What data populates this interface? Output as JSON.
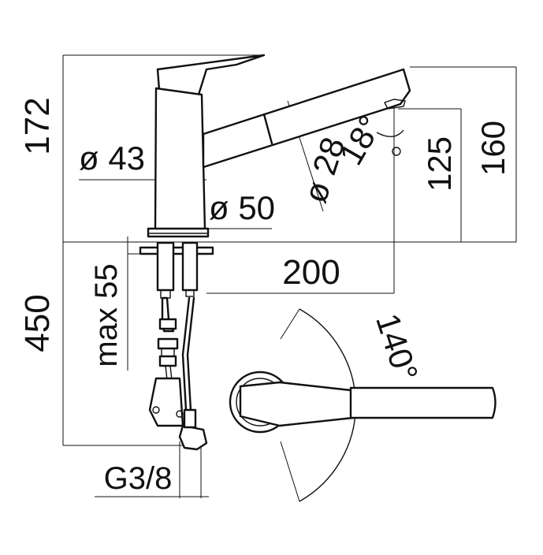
{
  "dimensions": {
    "height_total": "172",
    "diameter_body": "ø 43",
    "diameter_base": "ø 50",
    "spout_angle": "18°",
    "diameter_spout": "ø 28",
    "spout_outlet_height": "125",
    "spout_top_height": "160",
    "spout_reach": "200",
    "max_counter_thickness": "max 55",
    "hose_length": "450",
    "connection_thread": "G3/8",
    "lever_rotation": "140°"
  }
}
